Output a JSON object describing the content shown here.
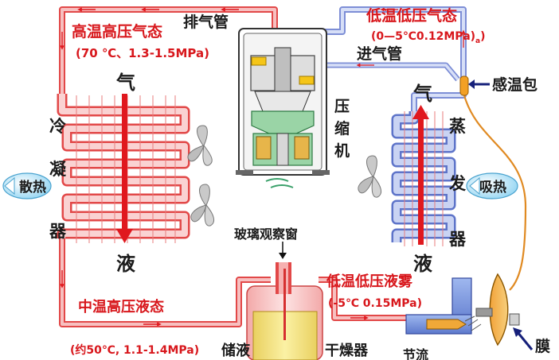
{
  "labels": {
    "exhaust_pipe": "排气管",
    "high_temp_gas": "高温高压气态",
    "high_temp_gas_spec": "(70 ℃、1.3-1.5MPa)",
    "low_temp_gas": "低温低压气态",
    "low_temp_gas_spec": "(0—5℃0.12MPa)",
    "low_temp_gas_spec_sub": "a",
    "intake_pipe": "进气管",
    "temp_bulb": "感温包",
    "compressor": [
      "压",
      "缩",
      "机"
    ],
    "condenser": [
      "冷",
      "凝",
      "器"
    ],
    "evaporator": [
      "蒸",
      "发",
      "器"
    ],
    "gas_left": "气",
    "liquid_left": "液",
    "gas_right": "气",
    "liquid_right": "液",
    "heat_release": "散热",
    "heat_absorb": "吸热",
    "sight_glass": "玻璃观察窗",
    "low_temp_mist": "低温低压液雾",
    "low_temp_mist_spec": "(-5℃ 0.15MPa)",
    "mid_temp_liquid": "中温高压液态",
    "mid_temp_liquid_spec": "(约50℃, 1.1-1.4MPa)",
    "receiver": "储液",
    "dryer": "干燥器",
    "throttle_partial": "节流",
    "membrane": "膜"
  },
  "colors": {
    "hot_pipe": "#e84a4a",
    "hot_pipe_light": "#f6b0b0",
    "cold_pipe": "#7d8ed6",
    "cold_pipe_light": "#c9d3f3",
    "accent_red": "#e0181e",
    "orange_capillary": "#e08a22",
    "label_red": "#d8171c",
    "label_dark": "#1a1a1a"
  }
}
